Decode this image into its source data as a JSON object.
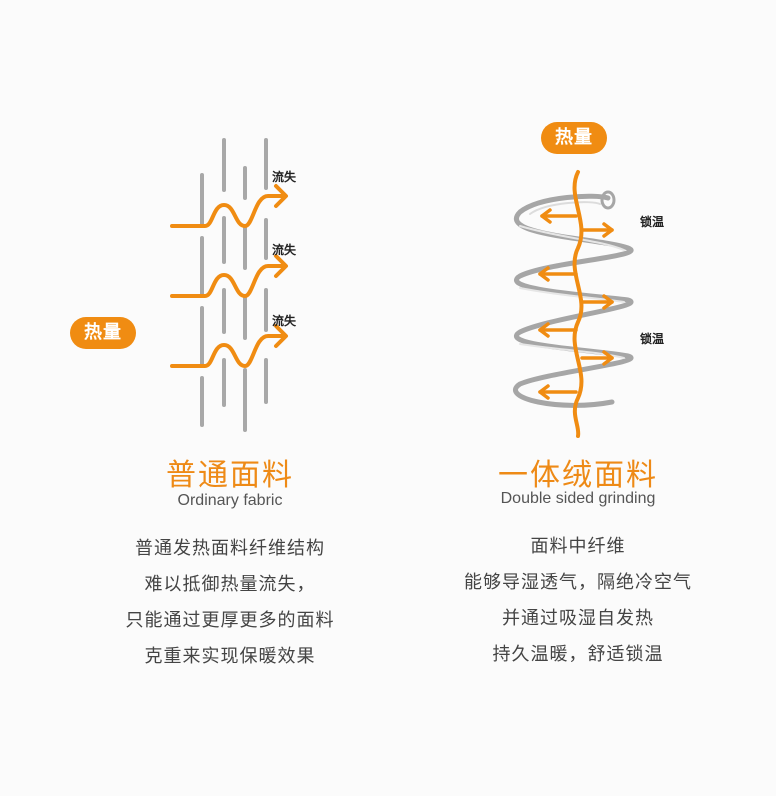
{
  "colors": {
    "accent": "#f08c12",
    "fiber": "#a8a8a8",
    "text": "#444444"
  },
  "left": {
    "badge": "热量",
    "arrow_labels": [
      "流失",
      "流失",
      "流失"
    ],
    "title": "普通面料",
    "subtitle": "Ordinary fabric",
    "description": [
      "普通发热面料纤维结构",
      "难以抵御热量流失，",
      "只能通过更厚更多的面料",
      "克重来实现保暖效果"
    ]
  },
  "right": {
    "badge": "热量",
    "side_labels": [
      "锁温",
      "锁温"
    ],
    "title": "一体绒面料",
    "subtitle": "Double sided grinding",
    "description": [
      "面料中纤维",
      "能够导湿透气，隔绝冷空气",
      "并通过吸湿自发热",
      "持久温暖，舒适锁温"
    ]
  }
}
